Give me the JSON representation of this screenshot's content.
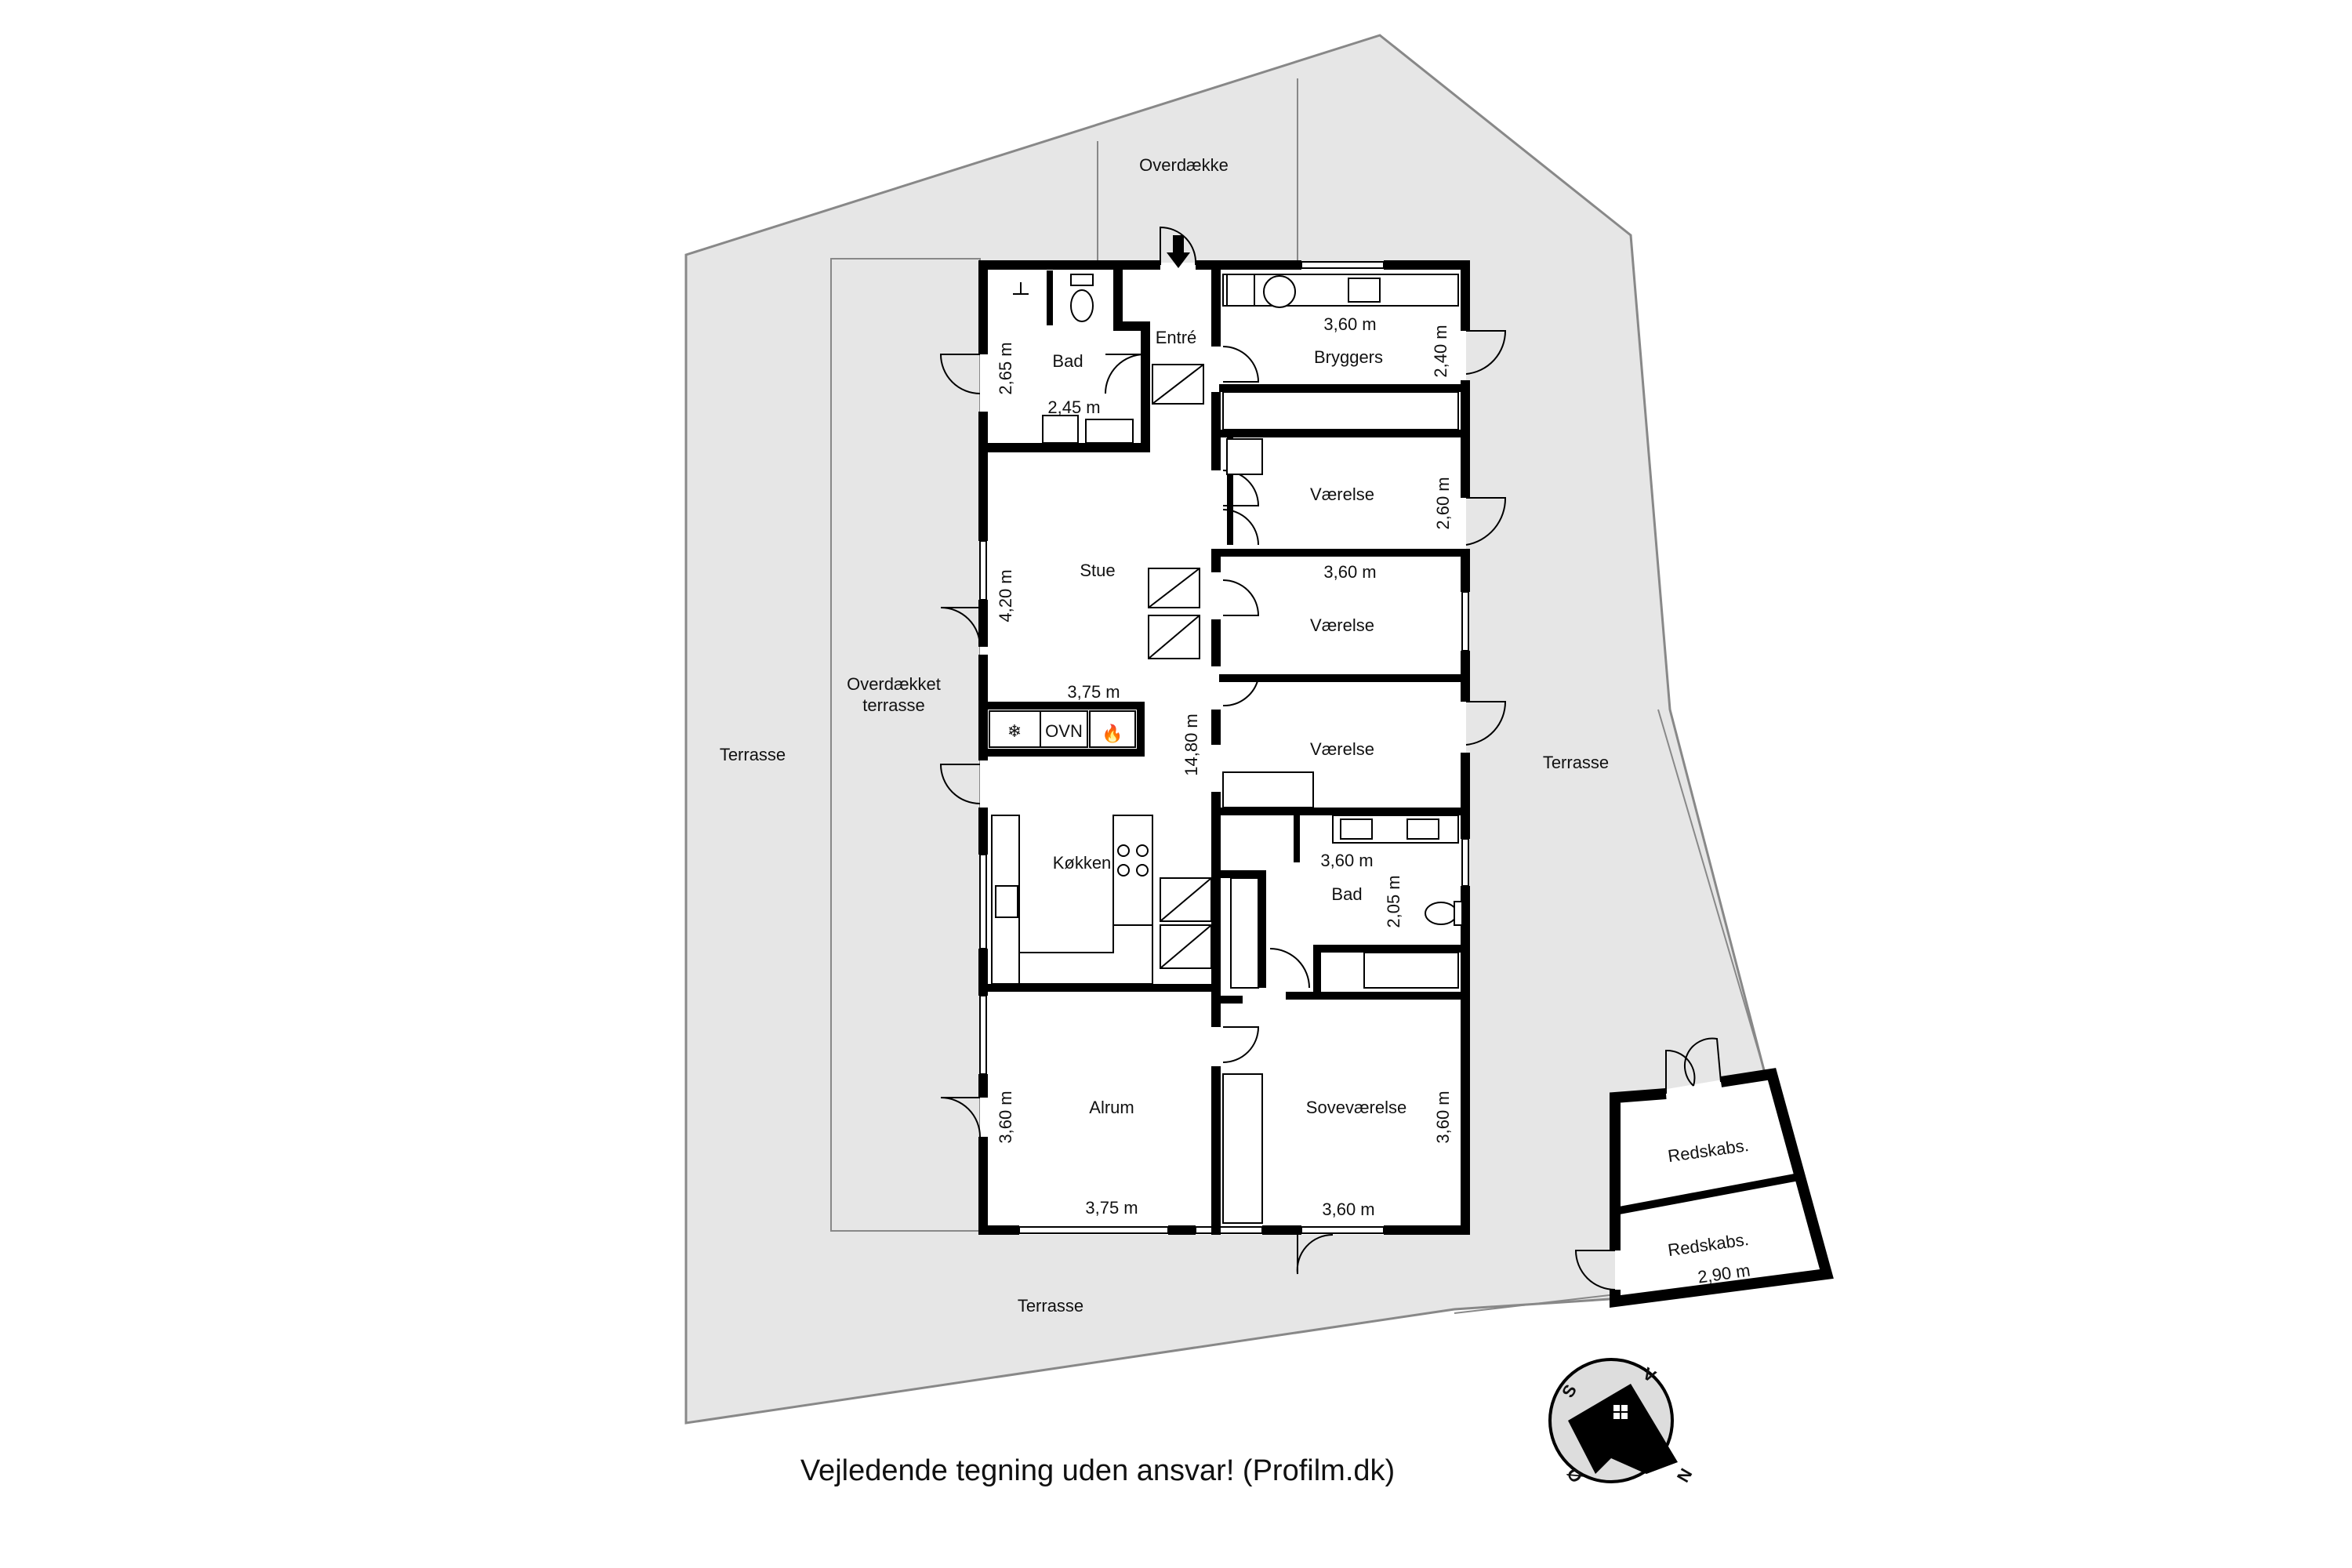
{
  "rooms": {
    "overdaekke": "Overdække",
    "entre": "Entré",
    "bad_top": "Bad",
    "bryggers": "Bryggers",
    "vaerelse_1": "Værelse",
    "vaerelse_2": "Værelse",
    "vaerelse_3": "Værelse",
    "stue": "Stue",
    "overdaekket_terrasse_line1": "Overdækket",
    "overdaekket_terrasse_line2": "terrasse",
    "terrasse_left": "Terrasse",
    "terrasse_right": "Terrasse",
    "terrasse_bottom": "Terrasse",
    "koekken": "Køkken",
    "bad_mid": "Bad",
    "alrum": "Alrum",
    "sovevaerelse": "Soveværelse",
    "redskabs_1": "Redskabs.",
    "redskabs_2": "Redskabs."
  },
  "appliances": {
    "ovn": "OVN"
  },
  "dimensions": {
    "bad_top_height": "2,65 m",
    "bad_top_width": "2,45 m",
    "bryggers_width": "3,60 m",
    "bryggers_height": "2,40 m",
    "vaerelse1_height": "2,60 m",
    "vaerelse2_width": "3,60 m",
    "stue_height": "4,20 m",
    "stue_width": "3,75 m",
    "house_length": "14,80 m",
    "bad_mid_width": "3,60 m",
    "bad_mid_height": "2,05 m",
    "alrum_height": "3,60 m",
    "alrum_width": "3,75 m",
    "sove_width": "3,60 m",
    "sove_height": "3,60 m",
    "redskabs_width": "2,90 m"
  },
  "compass": {
    "s": "S",
    "v": "V",
    "oe": "Ø",
    "n": "N"
  },
  "caption": "Vejledende tegning uden ansvar! (Profilm.dk)",
  "colors": {
    "terrace_fill": "#e6e6e6",
    "wall": "#000000",
    "line": "#777777"
  }
}
